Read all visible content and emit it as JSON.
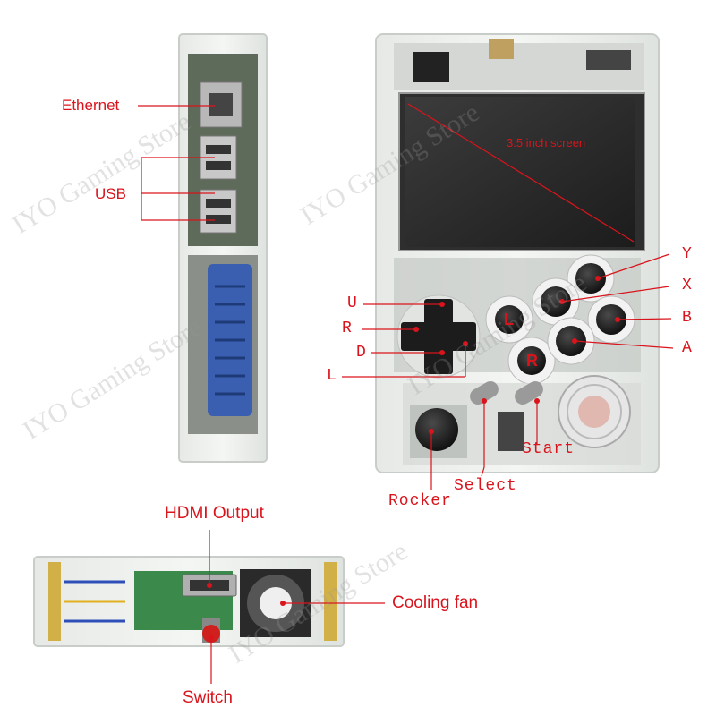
{
  "labels": {
    "ethernet": "Ethernet",
    "usb": "USB",
    "screen": "3.5 inch screen",
    "u": "U",
    "r_dpad": "R",
    "d": "D",
    "l_dpad": "L",
    "y": "Y",
    "x": "X",
    "b": "B",
    "a": "A",
    "rocker": "Rocker",
    "select": "Select",
    "start": "Start",
    "hdmi_output": "HDMI Output",
    "cooling_fan": "Cooling fan",
    "switch": "Switch"
  },
  "button_caps": {
    "shoulder_left": "L",
    "shoulder_right": "R"
  },
  "watermark": "IYO Gaming Store",
  "colors": {
    "label": "#d9141c",
    "leader_line": "#d9141c",
    "button": "#1a1a1a",
    "case": "#eef0ee"
  }
}
